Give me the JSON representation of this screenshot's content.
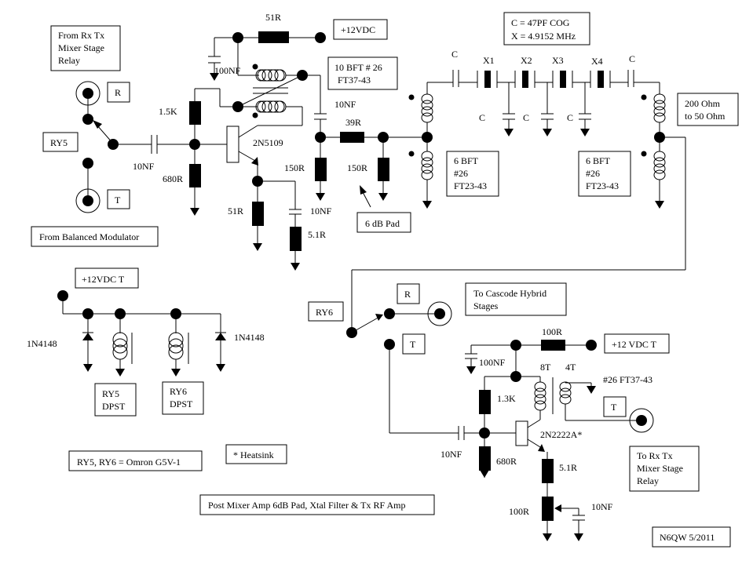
{
  "diagram": {
    "title": "Post Mixer Amp 6dB Pad, Xtal Filter & Tx RF Amp",
    "author_date": "N6QW 5/2011",
    "note_boxes": {
      "from_rx_tx_relay": [
        "From Rx Tx",
        "Mixer Stage",
        "Relay"
      ],
      "from_balanced_modulator": "From Balanced Modulator",
      "plus12vdc": "+12VDC",
      "transformer_top": [
        "10 BFT # 26",
        "FT37-43"
      ],
      "xtal_values": [
        "C = 47PF COG",
        "X = 4.9152 MHz"
      ],
      "impedance": [
        "200 Ohm",
        "to 50 Ohm"
      ],
      "xfmr_left": [
        "6 BFT",
        "#26",
        "FT23-43"
      ],
      "xfmr_right": [
        "6 BFT",
        "#26",
        "FT23-43"
      ],
      "pad": "6 dB Pad",
      "plus12vdc_t_left": "+12VDC T",
      "ry5_dpst": [
        "RY5",
        "DPST"
      ],
      "ry6_dpst": [
        "RY6",
        "DPST"
      ],
      "relay_types": "RY5, RY6 = Omron G5V-1",
      "heatsink": "* Heatsink",
      "to_cascode": [
        "To Cascode Hybrid",
        "Stages"
      ],
      "plus12vdc_t_right": "+12 VDC T",
      "to_rx_tx_relay": [
        "To Rx Tx",
        "Mixer Stage",
        "Relay"
      ],
      "ry5": "RY5",
      "ry6": "RY6",
      "r_ry5": "R",
      "t_ry5": "T",
      "r_ry6": "R",
      "t_ry6": "T",
      "t_out": "T"
    },
    "labels": {
      "c_100nf_top": "100NF",
      "r_51r_top": "51R",
      "r_1_5k": "1.5K",
      "c_10nf_in": "10NF",
      "r_680r_top": "680R",
      "q1": "2N5109",
      "r_51r_emitter": "51R",
      "c_10nf_emitter": "10NF",
      "r_5_1r_top": "5.1R",
      "c_10nf_collector": "10NF",
      "r_39r": "39R",
      "r_150r_a": "150R",
      "r_150r_b": "150R",
      "c_series_1": "C",
      "c_series_2": "C",
      "c_shunt_1": "C",
      "c_shunt_2": "C",
      "c_shunt_3": "C",
      "x1": "X1",
      "x2": "X2",
      "x3": "X3",
      "x4": "X4",
      "d1": "1N4148",
      "d2": "1N4148",
      "r_100r_top": "100R",
      "c_100nf_bottom": "100NF",
      "turns_8t": "8T",
      "turns_4t": "4T",
      "core_bottom": "#26 FT37-43",
      "r_1_3k": "1.3K",
      "q2": "2N2222A*",
      "c_10nf_bottom_in": "10NF",
      "r_680r_bottom": "680R",
      "r_5_1r_bottom": "5.1R",
      "pot_100r": "100R",
      "c_10nf_bottom": "10NF"
    }
  }
}
